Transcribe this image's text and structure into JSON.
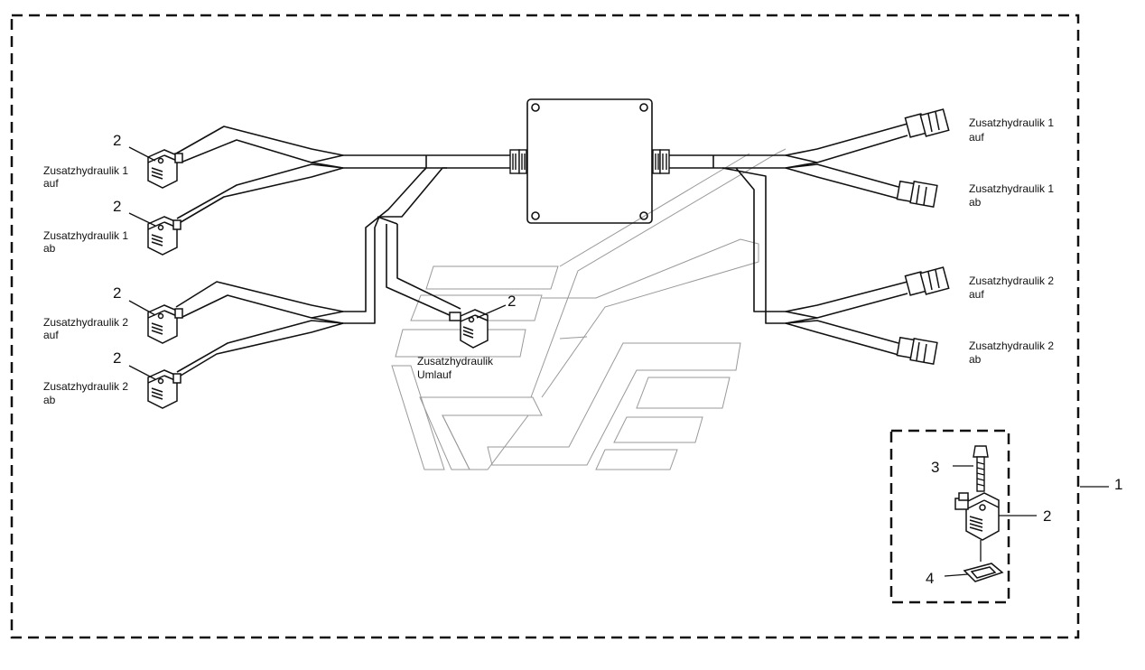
{
  "left_labels": [
    {
      "line1": "Zusatzhydraulik 1",
      "line2": "auf",
      "ref": "2"
    },
    {
      "line1": "Zusatzhydraulik 1",
      "line2": "ab",
      "ref": "2"
    },
    {
      "line1": "Zusatzhydraulik 2",
      "line2": "auf",
      "ref": "2"
    },
    {
      "line1": "Zusatzhydraulik 2",
      "line2": "ab",
      "ref": "2"
    }
  ],
  "right_labels": [
    {
      "line1": "Zusatzhydraulik 1",
      "line2": "auf"
    },
    {
      "line1": "Zusatzhydraulik 1",
      "line2": "ab"
    },
    {
      "line1": "Zusatzhydraulik 2",
      "line2": "auf"
    },
    {
      "line1": "Zusatzhydraulik 2",
      "line2": "ab"
    }
  ],
  "center_label": {
    "line1": "Zusatzhydraulik",
    "line2": "Umlauf",
    "ref": "2"
  },
  "detail_refs": {
    "assembly": "1",
    "connector": "2",
    "screw": "3",
    "seal": "4"
  }
}
